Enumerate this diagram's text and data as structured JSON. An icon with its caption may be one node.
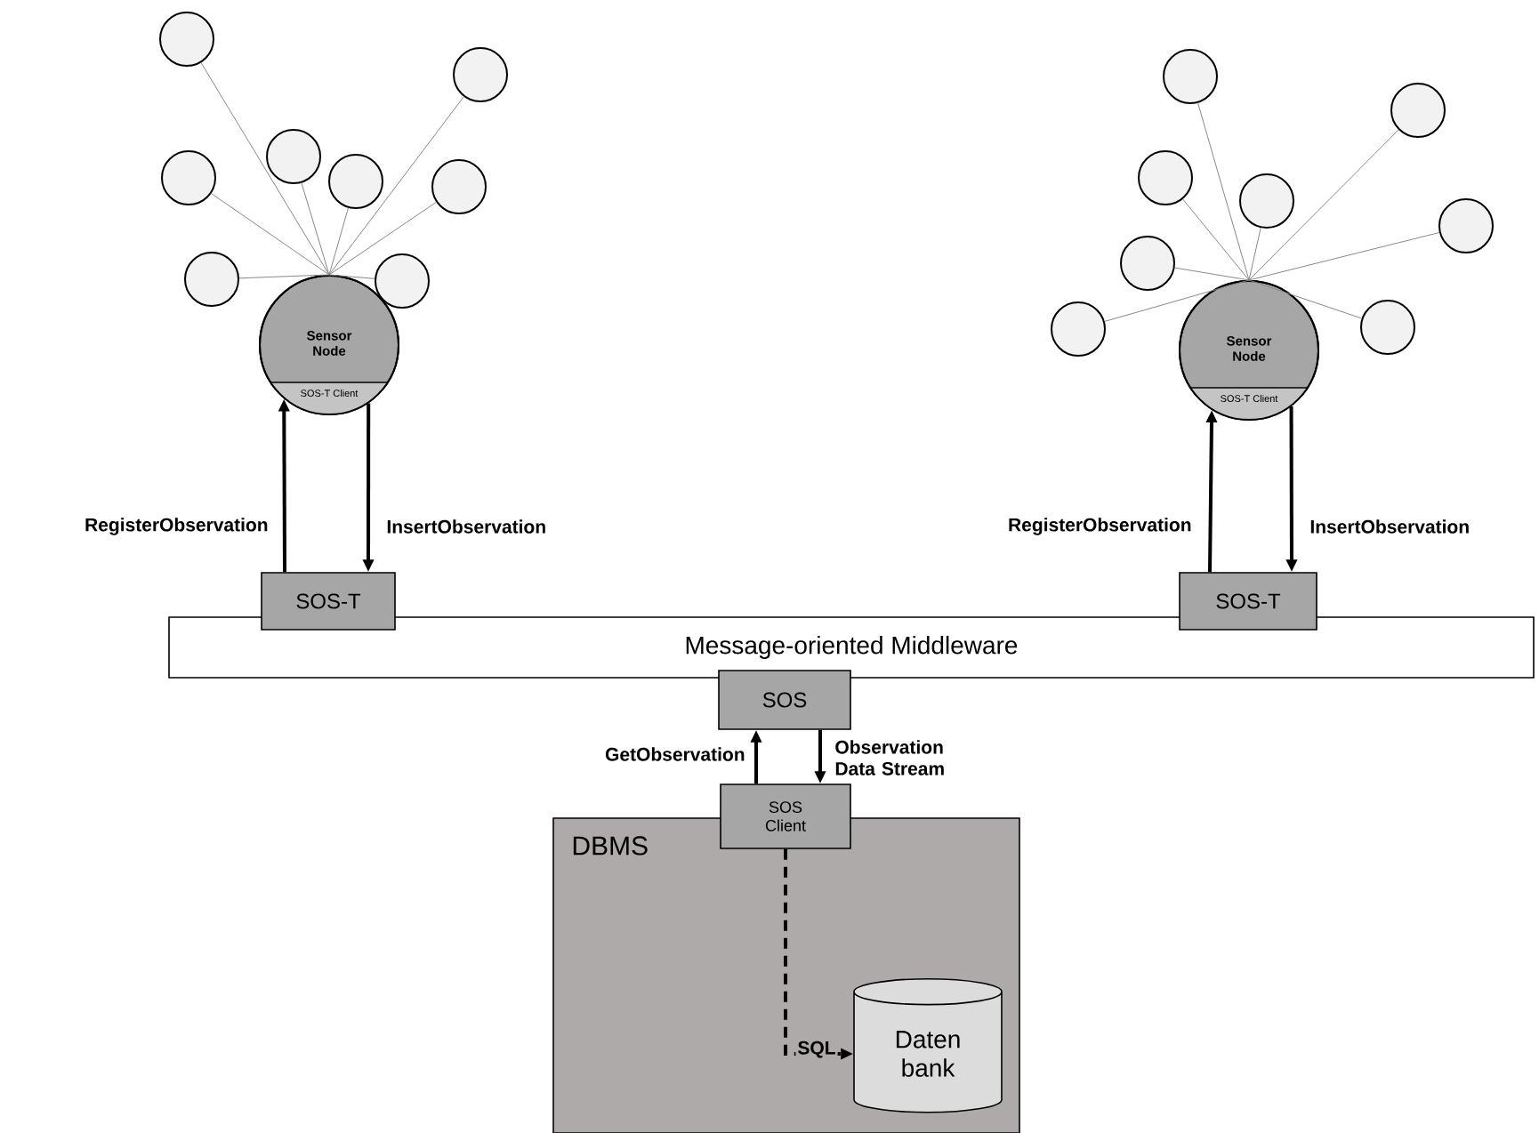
{
  "diagram": {
    "nodes": [
      {
        "text": [
          "Sensor Node",
          "SOS-T Client"
        ]
      },
      {
        "text": [
          "Sensor Node",
          "SOS-T Client"
        ]
      },
      {
        "text": [
          "SOS-T"
        ]
      },
      {
        "text": [
          "SOS-T"
        ]
      },
      {
        "text": [
          "Message-oriented Middleware"
        ]
      },
      {
        "text": [
          "SOS"
        ]
      },
      {
        "text": [
          "SOS Client"
        ]
      },
      {
        "text": [
          "DBMS"
        ]
      },
      {
        "text": [
          "Daten bank"
        ],
        "in": 7
      },
      {
        "text": [],
        "shape": "circle"
      },
      {
        "text": [],
        "shape": "circle"
      },
      {
        "text": [],
        "shape": "circle"
      },
      {
        "text": [],
        "shape": "circle"
      },
      {
        "text": [],
        "shape": "circle"
      },
      {
        "text": [],
        "shape": "circle"
      },
      {
        "text": [],
        "shape": "circle"
      },
      {
        "text": [],
        "shape": "circle"
      },
      {
        "text": [],
        "shape": "circle"
      },
      {
        "text": [],
        "shape": "circle"
      },
      {
        "text": [],
        "shape": "circle"
      },
      {
        "text": [],
        "shape": "circle"
      },
      {
        "text": [],
        "shape": "circle"
      },
      {
        "text": [],
        "shape": "circle"
      },
      {
        "text": [],
        "shape": "circle"
      },
      {
        "text": [],
        "shape": "circle"
      }
    ],
    "edges": [
      {
        "from": 9,
        "to": 0,
        "arrow": "none"
      },
      {
        "from": 10,
        "to": 0,
        "arrow": "none"
      },
      {
        "from": 11,
        "to": 0,
        "arrow": "none"
      },
      {
        "from": 12,
        "to": 0,
        "arrow": "none"
      },
      {
        "from": 13,
        "to": 0,
        "arrow": "none"
      },
      {
        "from": 14,
        "to": 0,
        "arrow": "none"
      },
      {
        "from": 15,
        "to": 0,
        "arrow": "none"
      },
      {
        "from": 16,
        "to": 0,
        "arrow": "none"
      },
      {
        "from": 17,
        "to": 1,
        "arrow": "none"
      },
      {
        "from": 18,
        "to": 1,
        "arrow": "none"
      },
      {
        "from": 19,
        "to": 1,
        "arrow": "none"
      },
      {
        "from": 20,
        "to": 1,
        "arrow": "none"
      },
      {
        "from": 21,
        "to": 1,
        "arrow": "none"
      },
      {
        "from": 22,
        "to": 1,
        "arrow": "none"
      },
      {
        "from": 23,
        "to": 1,
        "arrow": "none"
      },
      {
        "from": 24,
        "to": 1,
        "arrow": "none"
      },
      {
        "from": 2,
        "to": 0,
        "arrow": "to",
        "label": "RegisterObservation",
        "style": "thick",
        "color": "#000000"
      },
      {
        "from": 0,
        "to": 2,
        "arrow": "to",
        "label": "InsertObservation",
        "style": "thick",
        "color": "#000000"
      },
      {
        "from": 3,
        "to": 1,
        "arrow": "to",
        "label": "RegisterObservation",
        "style": "thick",
        "color": "#000000"
      },
      {
        "from": 1,
        "to": 3,
        "arrow": "to",
        "label": "InsertObservation",
        "style": "thick",
        "color": "#000000"
      },
      {
        "from": 6,
        "to": 5,
        "arrow": "to",
        "label": "GetObservation",
        "style": "thick",
        "color": "#000000"
      },
      {
        "from": 5,
        "to": 6,
        "arrow": "to",
        "label": "Observation Data Stream",
        "style": "thick",
        "color": "#000000"
      },
      {
        "from": 6,
        "to": 8,
        "arrow": "to",
        "label": "SQL",
        "style": "dashed",
        "color": "#000000"
      }
    ]
  }
}
